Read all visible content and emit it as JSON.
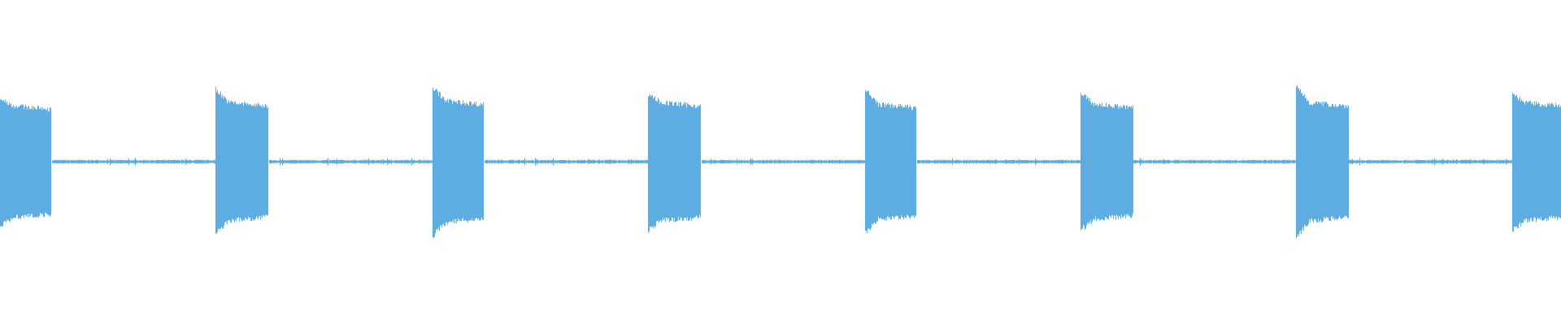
{
  "chart_data": {
    "type": "area",
    "title": "",
    "xlabel": "",
    "ylabel": "",
    "xlim": [
      0,
      1
    ],
    "ylim": [
      -1,
      1
    ],
    "grid": false,
    "legend": "none",
    "color": "#5dade2",
    "background": "#ffffff",
    "noise_floor_amplitude": 0.006,
    "series": [
      {
        "bursts": [
          {
            "start": 0.0,
            "end": 0.033,
            "amplitude": 0.36,
            "peak": 0.4
          },
          {
            "start": 0.138,
            "end": 0.172,
            "amplitude": 0.38,
            "peak": 0.46
          },
          {
            "start": 0.277,
            "end": 0.31,
            "amplitude": 0.39,
            "peak": 0.47
          },
          {
            "start": 0.415,
            "end": 0.449,
            "amplitude": 0.38,
            "peak": 0.43
          },
          {
            "start": 0.554,
            "end": 0.587,
            "amplitude": 0.37,
            "peak": 0.45
          },
          {
            "start": 0.692,
            "end": 0.726,
            "amplitude": 0.37,
            "peak": 0.43
          },
          {
            "start": 0.83,
            "end": 0.864,
            "amplitude": 0.38,
            "peak": 0.48
          },
          {
            "start": 0.969,
            "end": 1.0,
            "amplitude": 0.38,
            "peak": 0.43
          }
        ]
      }
    ]
  }
}
